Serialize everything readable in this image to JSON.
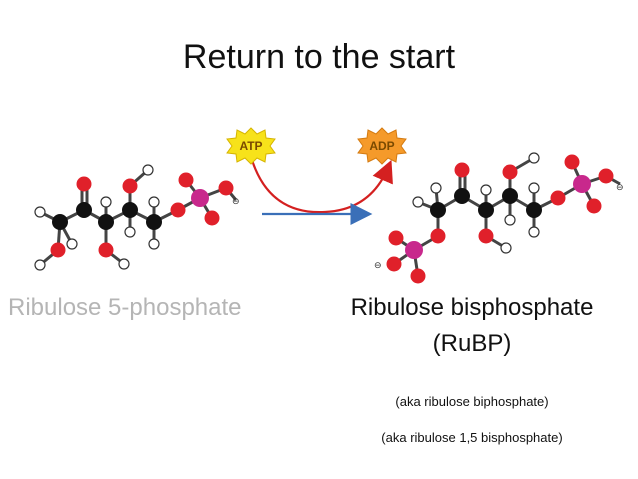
{
  "slide": {
    "title": "Return to the start"
  },
  "reaction": {
    "reactant_name": "Ribulose 5-phosphate",
    "product_name": "Ribulose bisphosphate",
    "product_abbrev": "(RuBP)",
    "note_1": "(aka ribulose biphosphate)",
    "note_2": "(aka ribulose 1,5 bisphosphate)",
    "consumed": "ATP",
    "produced": "ADP",
    "charge_symbol": "⊖"
  },
  "colors": {
    "carbon": "#111111",
    "oxygen": "#e0202a",
    "phosphorus": "#c8288c",
    "hydrogen": "#ffffff",
    "atp_badge": "#f7e21a",
    "adp_badge": "#f59a2a",
    "curved_arrow": "#d42020",
    "straight_arrow": "#3a6fb8"
  }
}
